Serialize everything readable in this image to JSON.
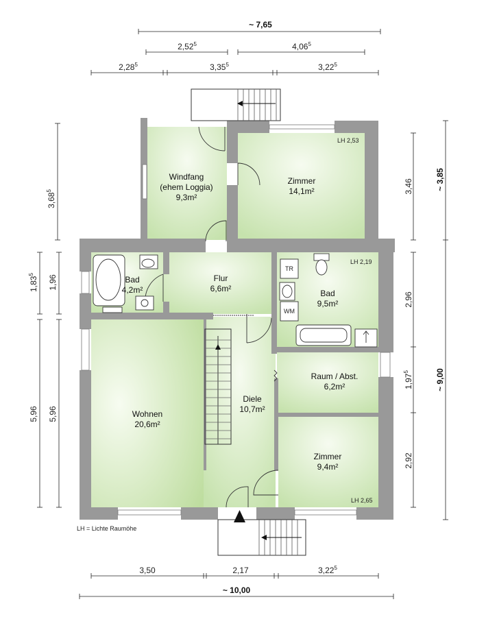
{
  "colors": {
    "wall": "#999999",
    "room_fill": "#cfe7b8",
    "room_light": "#f5faef",
    "line": "#222222"
  },
  "rooms": {
    "windfang": {
      "name": "Windfang",
      "sub": "(ehem Loggia)",
      "area": "9,3m²"
    },
    "zimmer_top": {
      "name": "Zimmer",
      "area": "14,1m²",
      "lh": "LH 2,53"
    },
    "bad_small": {
      "name": "Bad",
      "area": "4,2m²"
    },
    "flur": {
      "name": "Flur",
      "area": "6,6m²"
    },
    "bad_large": {
      "name": "Bad",
      "area": "9,5m²",
      "lh": "LH 2,19",
      "tr": "TR",
      "wm": "WM"
    },
    "raum": {
      "name": "Raum / Abst.",
      "area": "6,2m²"
    },
    "wohnen": {
      "name": "Wohnen",
      "area": "20,6m²"
    },
    "diele": {
      "name": "Diele",
      "area": "10,7m²"
    },
    "zimmer_bottom": {
      "name": "Zimmer",
      "area": "9,4m²",
      "lh": "LH 2,65"
    }
  },
  "dimensions": {
    "top_total": "~ 7,65",
    "top_mid_left": {
      "base": "2,52",
      "sup": "5"
    },
    "top_mid_right": {
      "base": "4,06",
      "sup": "5"
    },
    "top_a": {
      "base": "2,28",
      "sup": "5"
    },
    "top_b": {
      "base": "3,35",
      "sup": "5"
    },
    "top_c": {
      "base": "3,22",
      "sup": "5"
    },
    "left_a": {
      "base": "3,68",
      "sup": "5"
    },
    "left_b": {
      "base": "1,83",
      "sup": "5"
    },
    "left_c": "1,96",
    "left_d": "5,96",
    "left_e": "5,96",
    "right_a": "3,46",
    "right_total_small": "~ 3,85",
    "right_b": "2,96",
    "right_c": {
      "base": "1,97",
      "sup": "5"
    },
    "right_d": "2,92",
    "right_total": "~ 9,00",
    "bottom_a": "3,50",
    "bottom_b": "2,17",
    "bottom_c": {
      "base": "3,22",
      "sup": "5"
    },
    "bottom_total": "~ 10,00"
  },
  "legend": "LH = Lichte Raumöhe"
}
